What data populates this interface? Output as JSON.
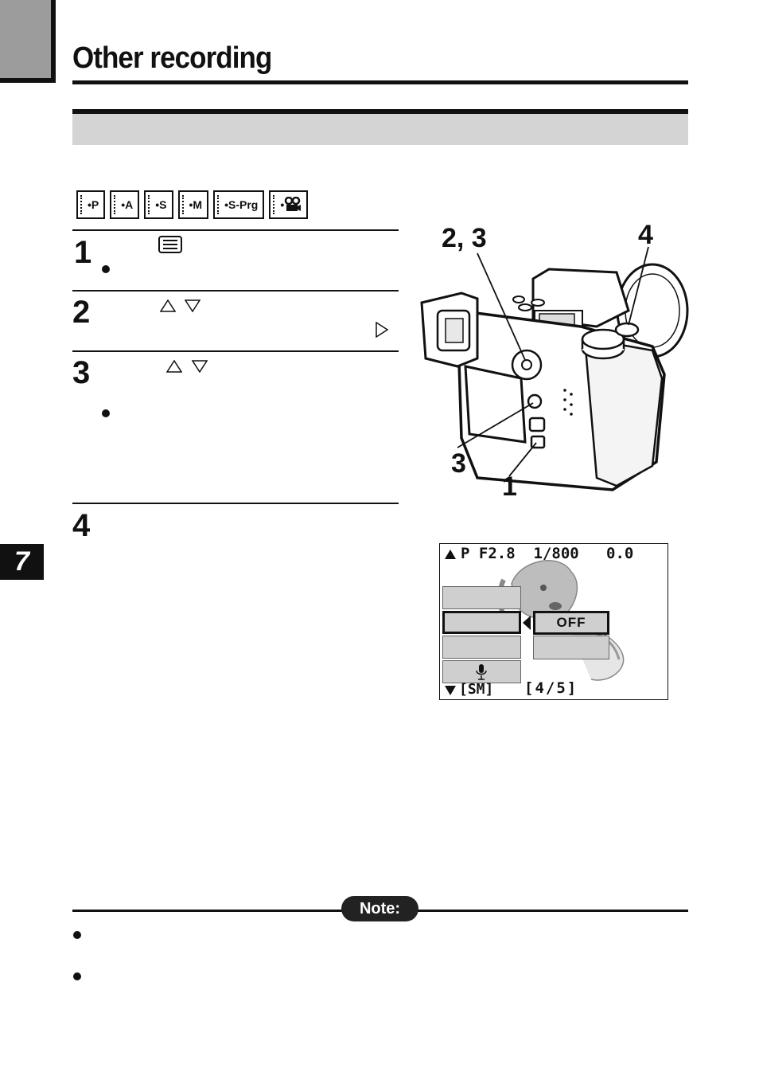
{
  "header": {
    "title": "Other recording",
    "section_heading": ""
  },
  "modes": [
    "•P",
    "•A",
    "•S",
    "•M",
    "•S-Prg",
    "•"
  ],
  "steps": [
    {
      "number": "1"
    },
    {
      "number": "2"
    },
    {
      "number": "3"
    },
    {
      "number": "4"
    }
  ],
  "chapter": "7",
  "camera_callouts": {
    "top_left": "2, 3",
    "top_right": "4",
    "bottom_left": "3",
    "bottom_center": "1"
  },
  "lcd": {
    "status_line": "P F2.8  1/800   0.0",
    "selected_value": "OFF",
    "mode_tag": "[SM]",
    "page": "[4/5]"
  },
  "note": {
    "label": "Note:"
  }
}
